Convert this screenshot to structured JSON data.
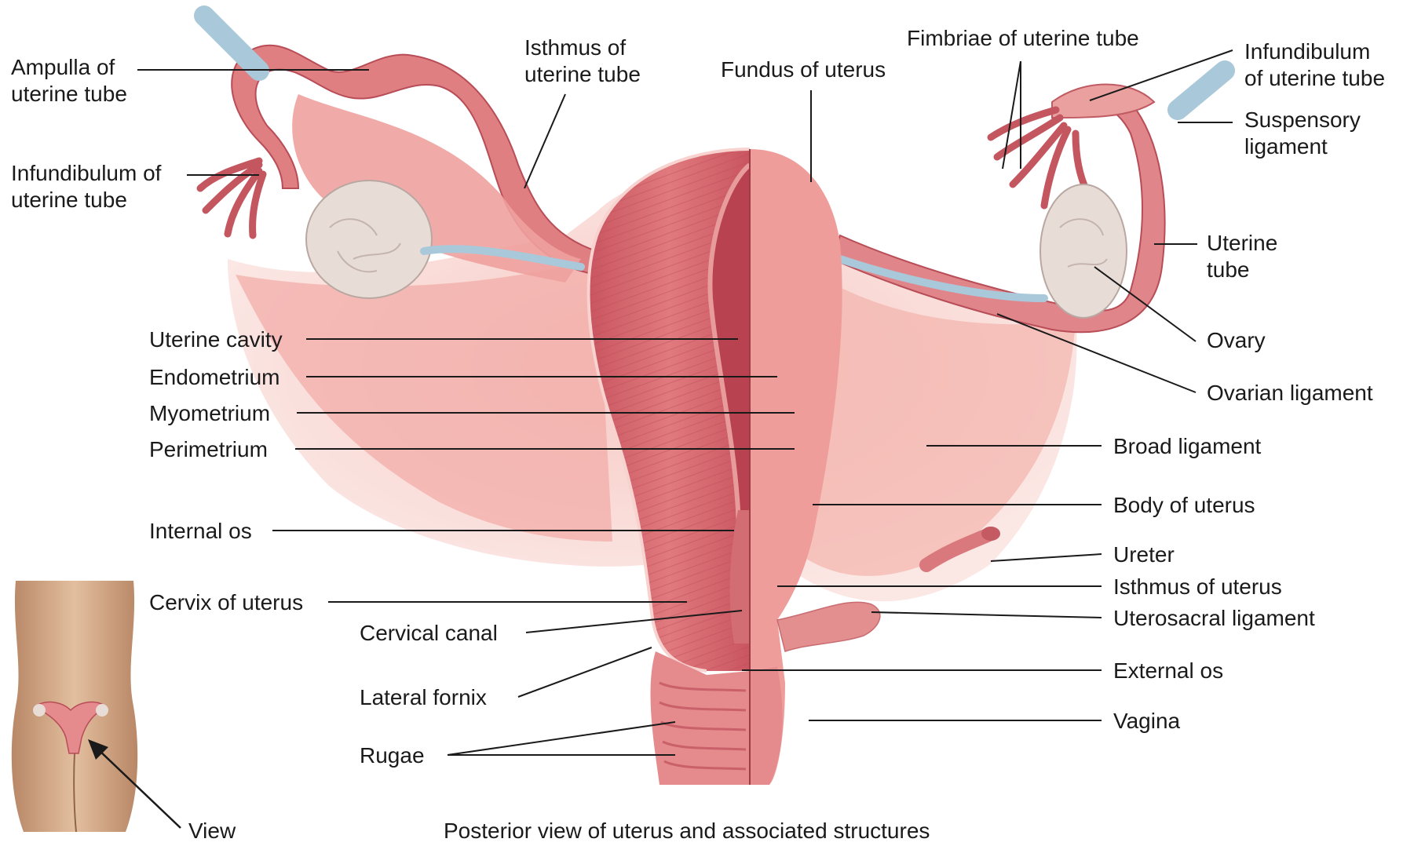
{
  "labels": {
    "ampulla_l1": "Ampulla of",
    "ampulla_l2": "uterine tube",
    "isthmus_tube_l1": "Isthmus of",
    "isthmus_tube_l2": "uterine tube",
    "fundus": "Fundus of uterus",
    "fimbriae": "Fimbriae of uterine tube",
    "infund_right_l1": "Infundibulum",
    "infund_right_l2": "of uterine tube",
    "suspensory_l1": "Suspensory",
    "suspensory_l2": "ligament",
    "infund_left_l1": "Infundibulum of",
    "infund_left_l2": "uterine tube",
    "uterine_tube_l1": "Uterine",
    "uterine_tube_l2": "tube",
    "ovary": "Ovary",
    "ovarian_ligament": "Ovarian ligament",
    "uterine_cavity": "Uterine cavity",
    "endometrium": "Endometrium",
    "myometrium": "Myometrium",
    "perimetrium": "Perimetrium",
    "broad_ligament": "Broad ligament",
    "body_of_uterus": "Body of uterus",
    "internal_os": "Internal os",
    "ureter": "Ureter",
    "isthmus_uterus": "Isthmus of uterus",
    "cervix": "Cervix of uterus",
    "uterosacral": "Uterosacral ligament",
    "cervical_canal": "Cervical canal",
    "external_os": "External os",
    "lateral_fornix": "Lateral fornix",
    "vagina": "Vagina",
    "rugae": "Rugae",
    "view": "View"
  },
  "caption": "Posterior view of uterus and associated structures",
  "colors": {
    "tissue_light": "#f3b6b0",
    "tissue_mid": "#e98f8c",
    "tissue_dark": "#cf5a5f",
    "muscle": "#d4636a",
    "ovary": "#e9ddd8",
    "ligament_blue": "#a9c9da",
    "skin": "#d9b08f",
    "ink": "#1a1a1a"
  }
}
